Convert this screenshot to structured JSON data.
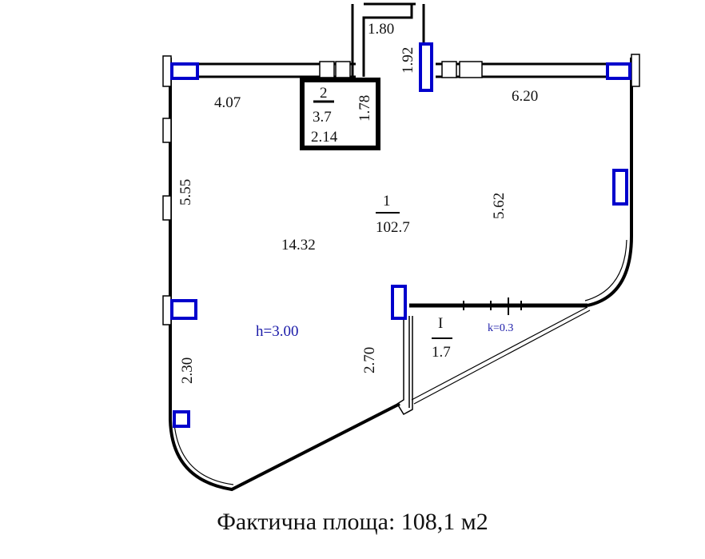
{
  "plan": {
    "dimensions": {
      "corridor_width": "1.80",
      "corridor_depth": "1.92",
      "top_left_wall": "4.07",
      "top_right_wall": "6.20",
      "room2_depth": "1.78",
      "room2_width": "2.14",
      "left_wall": "5.55",
      "right_wall": "5.62",
      "main_span": "14.32",
      "partition": "2.70",
      "lower_left_wall": "2.30"
    },
    "rooms": [
      {
        "number": "1",
        "area": "102.7"
      },
      {
        "number": "2",
        "area": "3.7"
      },
      {
        "number": "I",
        "area": "1.7"
      }
    ],
    "ceiling_height": "h=3.00",
    "balcony_coefficient": "k=0.3",
    "colors": {
      "wall": "#000000",
      "window": "#0000cc",
      "note": "#1a1aa8"
    }
  },
  "caption": "Фактична площа: 108,1 м2"
}
